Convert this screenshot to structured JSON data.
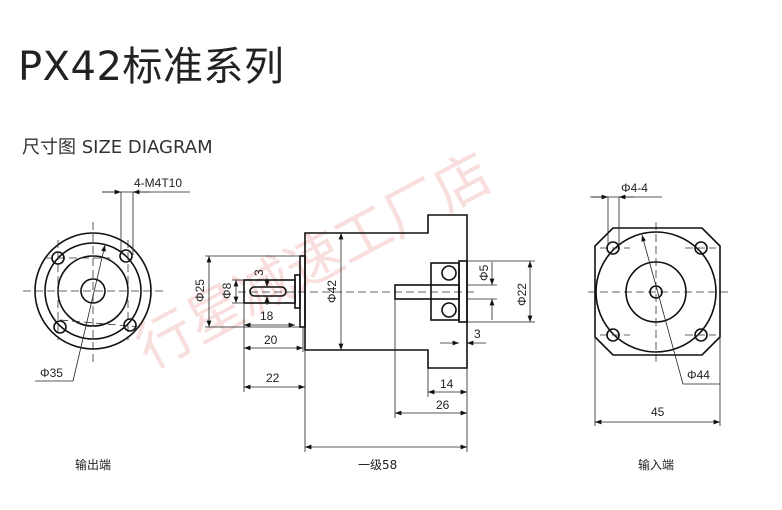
{
  "title": "PX42标准系列",
  "subtitle": "尺寸图 SIZE DIAGRAM",
  "watermark": "行星减速工厂店",
  "output_view": {
    "label": "输出端",
    "thread_spec": "4-M4T10",
    "pcd": "Φ35"
  },
  "side_view": {
    "flange_dia": "Φ25",
    "shaft_dia": "Φ8",
    "key_width": "3",
    "key_length": "18",
    "shaft_len_1": "20",
    "shaft_len_2": "22",
    "body_dia": "Φ42",
    "input_bore": "Φ5",
    "input_boss": "Φ22",
    "boss_depth": "3",
    "len_14": "14",
    "len_26": "26",
    "total_length_label": "一级58"
  },
  "input_view": {
    "label": "输入端",
    "holes": "Φ4-4",
    "pcd": "Φ44",
    "width": "45"
  }
}
